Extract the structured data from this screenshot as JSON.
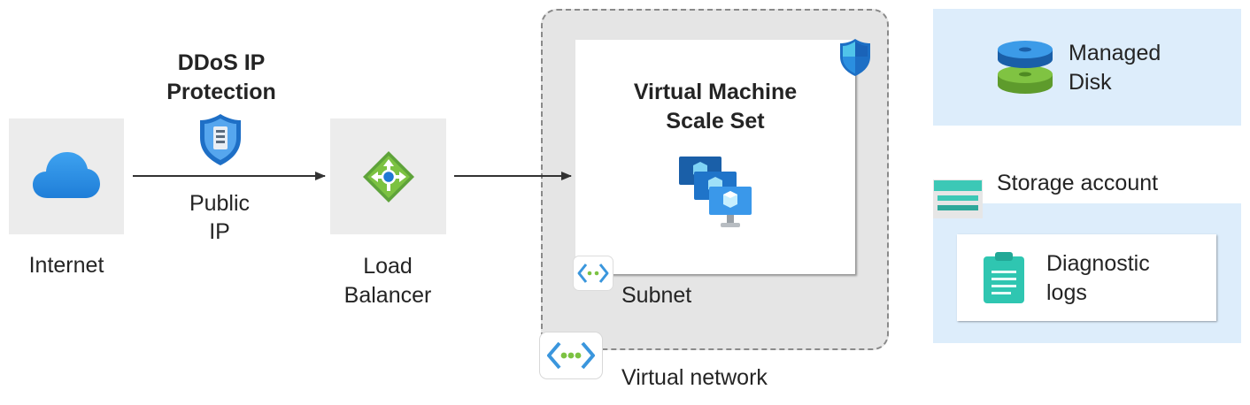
{
  "internet": {
    "label": "Internet",
    "icon": "cloud-icon"
  },
  "ddos": {
    "title_line1": "DDoS IP",
    "title_line2": "Protection",
    "icon": "shield-icon"
  },
  "public_ip": {
    "line1": "Public",
    "line2": "IP"
  },
  "load_balancer": {
    "line1": "Load",
    "line2": "Balancer",
    "icon": "load-balancer-icon"
  },
  "vmss": {
    "title_line1": "Virtual Machine",
    "title_line2": "Scale Set",
    "icon": "virtual-machines-icon",
    "badge_icon": "security-shield-icon"
  },
  "subnet": {
    "label": "Subnet",
    "icon": "subnet-icon"
  },
  "virtual_network": {
    "label": "Virtual network",
    "icon": "virtual-network-icon"
  },
  "managed_disk": {
    "line1": "Managed",
    "line2": "Disk",
    "icon": "disk-icon"
  },
  "storage_account": {
    "label": "Storage account",
    "icon": "storage-account-icon"
  },
  "diagnostic_logs": {
    "line1": "Diagnostic",
    "line2": "logs",
    "icon": "clipboard-icon"
  },
  "colors": {
    "tile_gray": "#ececec",
    "vnet_gray": "#e5e5e5",
    "storage_blue": "#ddedfb",
    "azure_blue": "#0078d4",
    "arrow": "#333333"
  }
}
